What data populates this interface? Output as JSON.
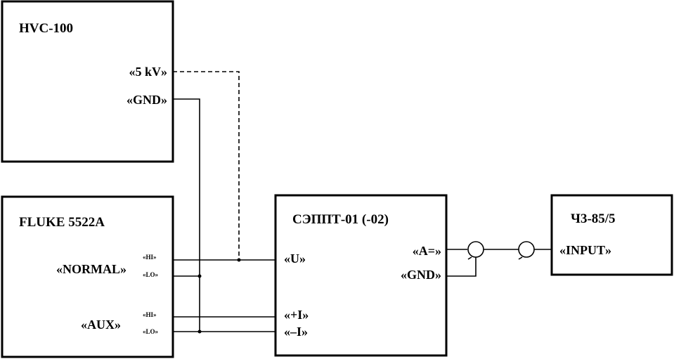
{
  "hvc": {
    "title": "HVC-100",
    "port_5kv": "«5 kV»",
    "port_gnd": "«GND»"
  },
  "fluke": {
    "title": "FLUKE 5522A",
    "normal": "«NORMAL»",
    "aux": "«AUX»",
    "hi": "«HI»",
    "lo": "«LO»"
  },
  "septt": {
    "title": "СЭППТ-01 (-02)",
    "port_u": "«U»",
    "port_a": "«A=»",
    "port_gnd": "«GND»",
    "port_plus_i": "«+I»",
    "port_minus_i": "«–I»"
  },
  "counter": {
    "title": "Ч3-85/5",
    "input": "«INPUT»"
  }
}
